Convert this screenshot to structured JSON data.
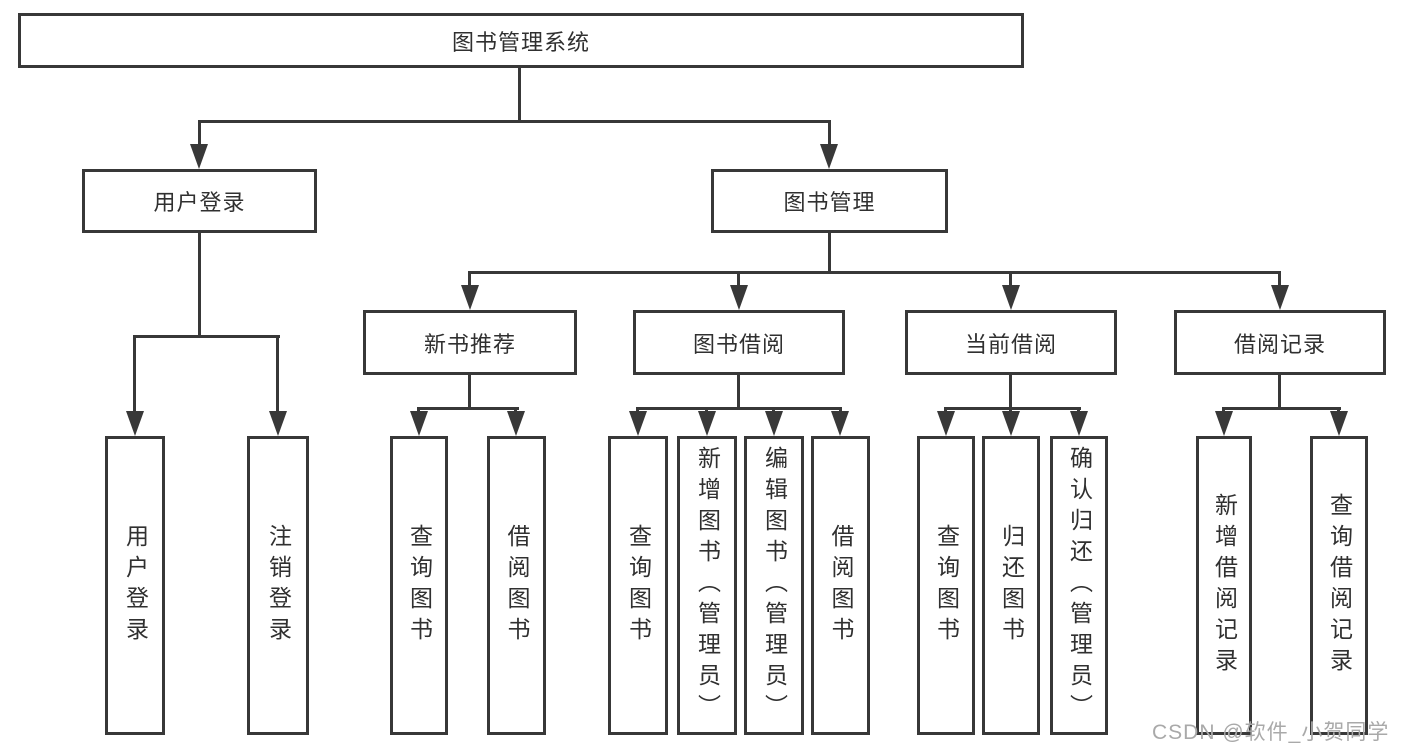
{
  "colors": {
    "line": "#383838",
    "box_border": "#383838",
    "text": "#303030",
    "background": "#ffffff",
    "watermark": "#a9a9a9"
  },
  "watermark": {
    "text": "CSDN @软件_小贺同学"
  },
  "tree": {
    "root": {
      "label": "图书管理系统",
      "children": [
        {
          "label": "用户登录",
          "children": [
            {
              "label": "用户登录"
            },
            {
              "label": "注销登录"
            }
          ]
        },
        {
          "label": "图书管理",
          "children": [
            {
              "label": "新书推荐",
              "children": [
                {
                  "label": "查询图书"
                },
                {
                  "label": "借阅图书"
                }
              ]
            },
            {
              "label": "图书借阅",
              "children": [
                {
                  "label": "查询图书"
                },
                {
                  "label": "新增图书（管理员）"
                },
                {
                  "label": "编辑图书（管理员）"
                },
                {
                  "label": "借阅图书"
                }
              ]
            },
            {
              "label": "当前借阅",
              "children": [
                {
                  "label": "查询图书"
                },
                {
                  "label": "归还图书"
                },
                {
                  "label": "确认归还（管理员）"
                }
              ]
            },
            {
              "label": "借阅记录",
              "children": [
                {
                  "label": "新增借阅记录"
                },
                {
                  "label": "查询借阅记录"
                }
              ]
            }
          ]
        }
      ]
    }
  }
}
